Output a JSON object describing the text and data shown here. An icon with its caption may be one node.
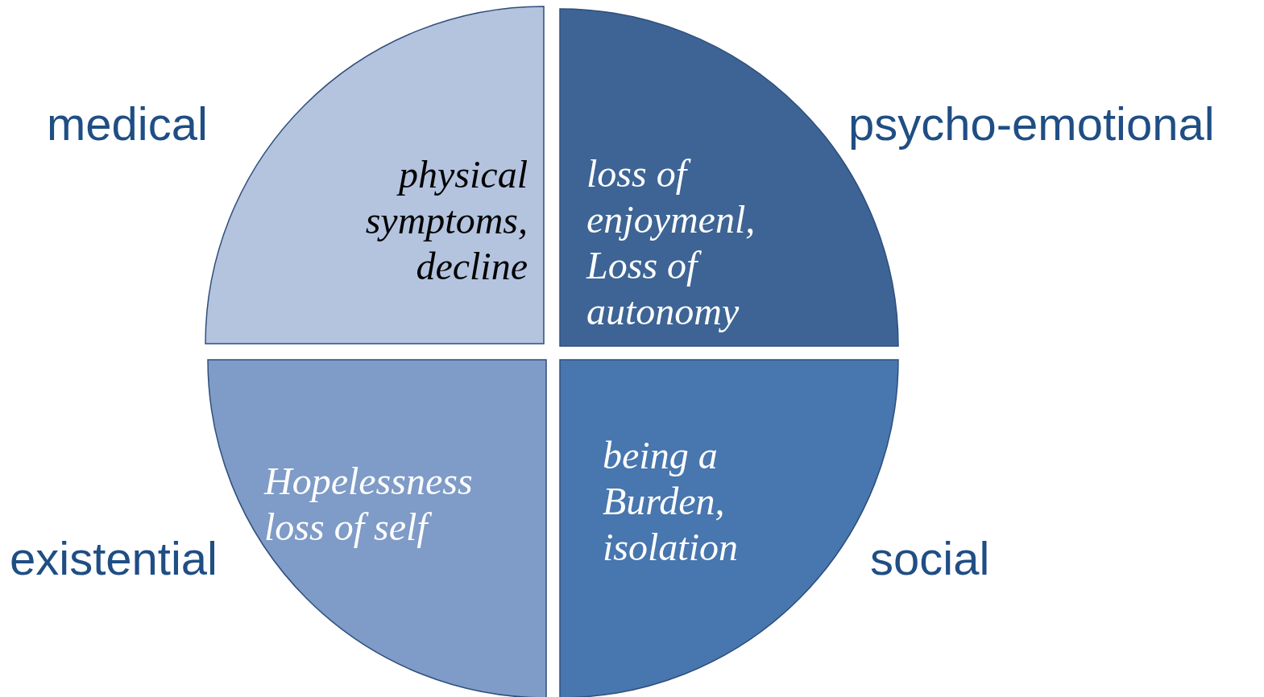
{
  "diagram": {
    "nodes": [
      {
        "text": [
          "physical symptoms, decline"
        ],
        "beside": [
          "medical"
        ]
      },
      {
        "text": [
          "loss of enjoymenl, Loss of autonomy"
        ],
        "beside": [
          "psycho-emotional"
        ]
      },
      {
        "text": [
          "Hopelessness loss of self"
        ],
        "beside": [
          "existential"
        ]
      },
      {
        "text": [
          "being a Burden, isolation"
        ],
        "beside": [
          "social"
        ]
      }
    ]
  }
}
